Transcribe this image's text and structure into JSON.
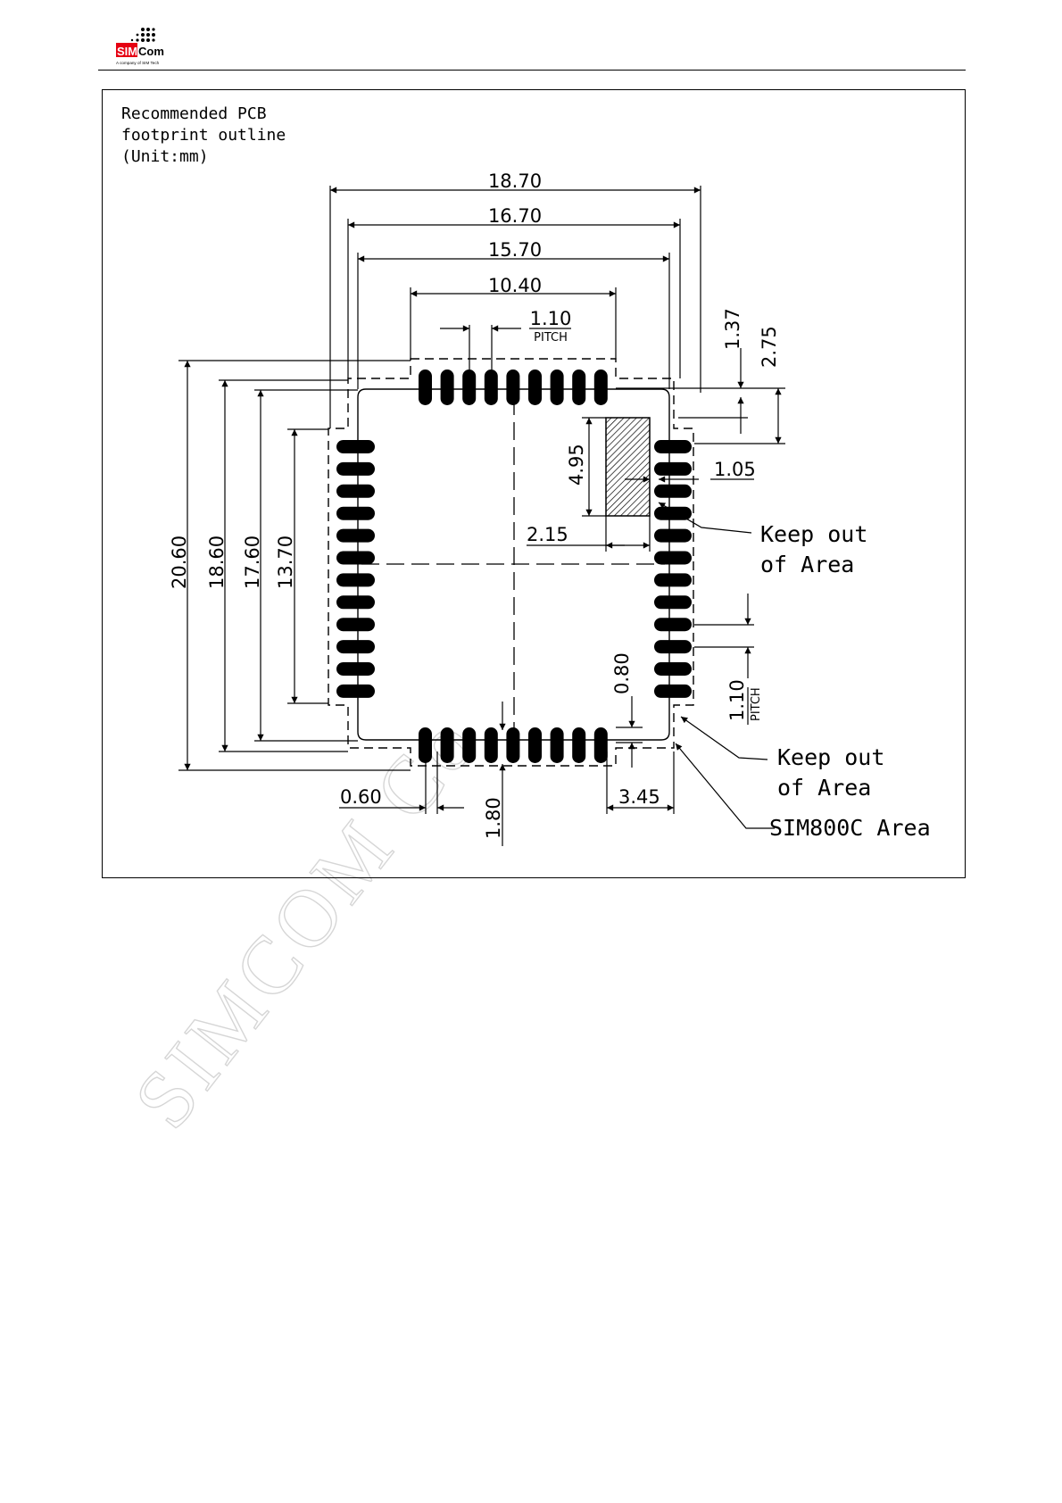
{
  "header": {
    "brand_sim": "SIM",
    "brand_com": "Com",
    "brand_tagline": "A company of SIM Tech"
  },
  "figure": {
    "title_lines": [
      "Recommended PCB",
      "footprint outline",
      "(Unit:mm)"
    ],
    "dimensions": {
      "d18_70": "18.70",
      "d16_70": "16.70",
      "d15_70": "15.70",
      "d10_40": "10.40",
      "d1_10_top": "1.10",
      "pitch_top": "PITCH",
      "d1_37": "1.37",
      "d2_75": "2.75",
      "d4_95": "4.95",
      "d1_05": "1.05",
      "d2_15": "2.15",
      "d20_60": "20.60",
      "d18_60": "18.60",
      "d17_60": "17.60",
      "d13_70": "13.70",
      "d0_80": "0.80",
      "d1_10_right": "1.10",
      "pitch_right": "PITCH",
      "d0_60": "0.60",
      "d1_80": "1.80",
      "d3_45": "3.45"
    },
    "callouts": {
      "keepout1_line1": "Keep out",
      "keepout1_line2": "of Area",
      "keepout2_line1": "Keep out",
      "keepout2_line2": "of Area",
      "module_area": "SIM800C Area"
    }
  },
  "watermark": {
    "text": "SIMCOM Co"
  },
  "colors": {
    "brand_red": "#e60012",
    "ink": "#000000",
    "watermark": "#d6d6d6"
  }
}
